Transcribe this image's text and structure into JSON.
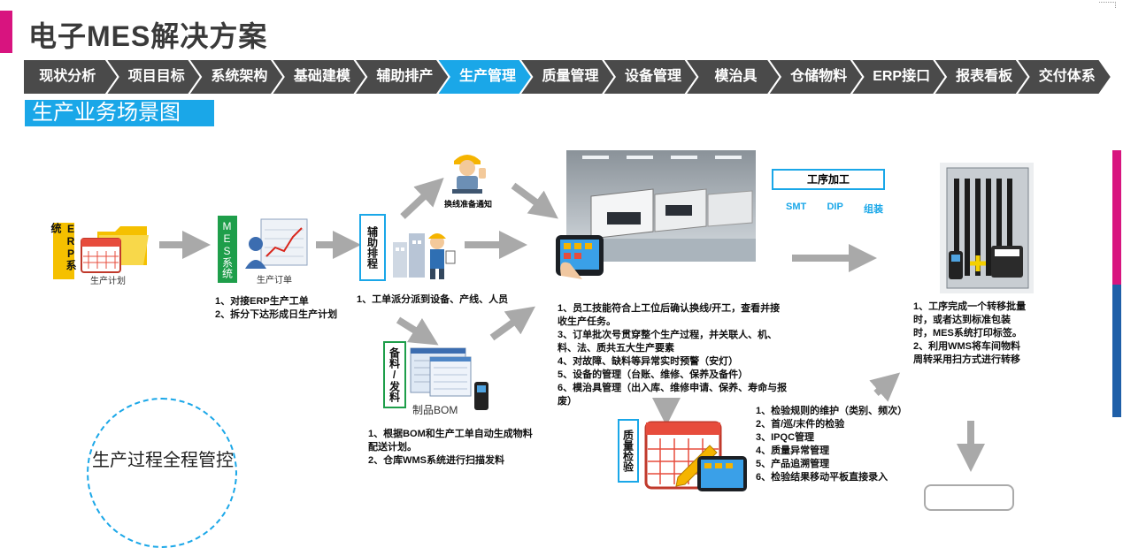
{
  "title": "电子MES解决方案",
  "nav": {
    "items": [
      {
        "label": "现状分析",
        "active": false
      },
      {
        "label": "项目目标",
        "active": false
      },
      {
        "label": "系统架构",
        "active": false
      },
      {
        "label": "基础建模",
        "active": false
      },
      {
        "label": "辅助排产",
        "active": false
      },
      {
        "label": "生产管理",
        "active": true
      },
      {
        "label": "质量管理",
        "active": false
      },
      {
        "label": "设备管理",
        "active": false
      },
      {
        "label": "模治具",
        "active": false
      },
      {
        "label": "仓储物料",
        "active": false
      },
      {
        "label": "ERP接口",
        "active": false
      },
      {
        "label": "报表看板",
        "active": false
      },
      {
        "label": "交付体系",
        "active": false
      }
    ],
    "color": "#4a4a4a",
    "active_color": "#1aa7e8"
  },
  "section_title": "生产业务场景图",
  "diagram": {
    "erp": {
      "label": "ERP系统",
      "caption": "生产计划"
    },
    "mes": {
      "label": "MES系统",
      "caption": "生产订单",
      "desc": "1、对接ERP生产工单\n2、拆分下达形成日生产计划"
    },
    "schedule": {
      "label": "辅助排程",
      "desc": "1、工单派分派到设备、产线、人员"
    },
    "notice": {
      "caption": "换线准备通知"
    },
    "material": {
      "label": "备料/发料",
      "caption": "制品BOM",
      "desc": "1、根据BOM和生产工单自动生成物料配送计划。\n2、仓库WMS系统进行扫描发料"
    },
    "production": {
      "desc": "1、员工技能符合上工位后确认换线/开工，查看并接收生产任务。\n3、订单批次号贯穿整个生产过程，并关联人、机、料、法、质共五大生产要素\n4、对故障、缺料等异常实时预警（安灯）\n5、设备的管理（台账、维修、保养及备件）\n6、模治具管理（出入库、维修申请、保养、寿命与报废）"
    },
    "process": {
      "title": "工序加工",
      "items": [
        "SMT",
        "DIP",
        "组装"
      ]
    },
    "transfer": {
      "desc": "1、工序完成一个转移批量时，或者达到标准包装时，MES系统打印标签。\n2、利用WMS将车间物料周转采用扫方式进行转移"
    },
    "quality": {
      "label": "质量检验",
      "desc": "1、检验规则的维护（类别、频次）\n2、首/巡/末件的检验\n3、IPQC管理\n4、质量异常管理\n5、产品追溯管理\n6、检验结果移动平板直接录入"
    },
    "circle_label": "生产过程全程管控"
  },
  "colors": {
    "accent": "#d8147f",
    "blue": "#1aa7e8",
    "side_blue": "#1f5fa8",
    "green": "#1e9e4a",
    "yellow": "#f5c000",
    "arrow": "#a9a9a9"
  }
}
